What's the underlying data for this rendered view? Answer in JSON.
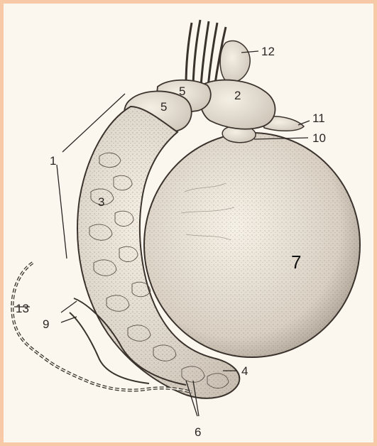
{
  "figure": {
    "labels": {
      "l1": "1",
      "l2": "2",
      "l3": "3",
      "l4": "4",
      "l5a": "5",
      "l5b": "5",
      "l6": "6",
      "l7": "7",
      "l9": "9",
      "l10": "10",
      "l11": "11",
      "l12": "12",
      "l13": "13"
    }
  },
  "colors": {
    "frame": "#f7c9a6",
    "paper": "#fbf7ee",
    "ink": "#2a2623"
  }
}
